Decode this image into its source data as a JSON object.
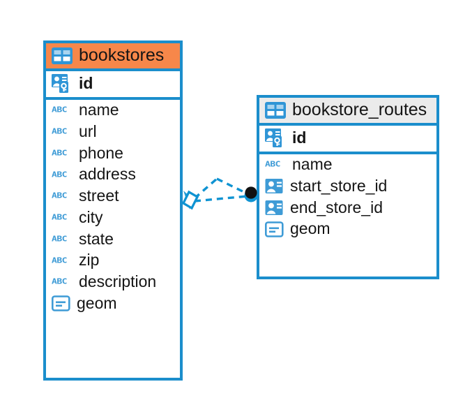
{
  "diagram": {
    "type": "entity-relationship-diagram",
    "background": "#ffffff",
    "accent_blue": "#1b8ecc",
    "accent_orange": "#f7874a",
    "header_gray": "#ebebeb",
    "icon_blue": "#3e9bd6"
  },
  "tables": [
    {
      "name": "bookstores",
      "header_style": "accent-orange",
      "table_icon": "table-icon",
      "fields": [
        {
          "label": "id",
          "icon": "primary-key-icon",
          "kind": "pk"
        },
        {
          "label": "name",
          "icon": "abc-text-icon",
          "kind": "text"
        },
        {
          "label": "url",
          "icon": "abc-text-icon",
          "kind": "text"
        },
        {
          "label": "phone",
          "icon": "abc-text-icon",
          "kind": "text"
        },
        {
          "label": "address",
          "icon": "abc-text-icon",
          "kind": "text"
        },
        {
          "label": "street",
          "icon": "abc-text-icon",
          "kind": "text"
        },
        {
          "label": "city",
          "icon": "abc-text-icon",
          "kind": "text"
        },
        {
          "label": "state",
          "icon": "abc-text-icon",
          "kind": "text"
        },
        {
          "label": "zip",
          "icon": "abc-text-icon",
          "kind": "text"
        },
        {
          "label": "description",
          "icon": "abc-text-icon",
          "kind": "text"
        },
        {
          "label": "geom",
          "icon": "geometry-icon",
          "kind": "geom"
        }
      ]
    },
    {
      "name": "bookstore_routes",
      "header_style": "accent-gray",
      "table_icon": "table-icon",
      "fields": [
        {
          "label": "id",
          "icon": "primary-key-icon",
          "kind": "pk"
        },
        {
          "label": "name",
          "icon": "abc-text-icon",
          "kind": "text"
        },
        {
          "label": "start_store_id",
          "icon": "foreign-key-icon",
          "kind": "fk"
        },
        {
          "label": "end_store_id",
          "icon": "foreign-key-icon",
          "kind": "fk"
        },
        {
          "label": "geom",
          "icon": "geometry-icon",
          "kind": "geom"
        }
      ]
    }
  ],
  "relationship": {
    "from_table": "bookstores",
    "to_table": "bookstore_routes",
    "line_style": "dashed",
    "color": "#1b8ecc",
    "source_marker": "crows-foot-diamond-marker",
    "target_marker": "filled-circle-marker"
  },
  "icon_labels": {
    "abc": "ABC"
  }
}
